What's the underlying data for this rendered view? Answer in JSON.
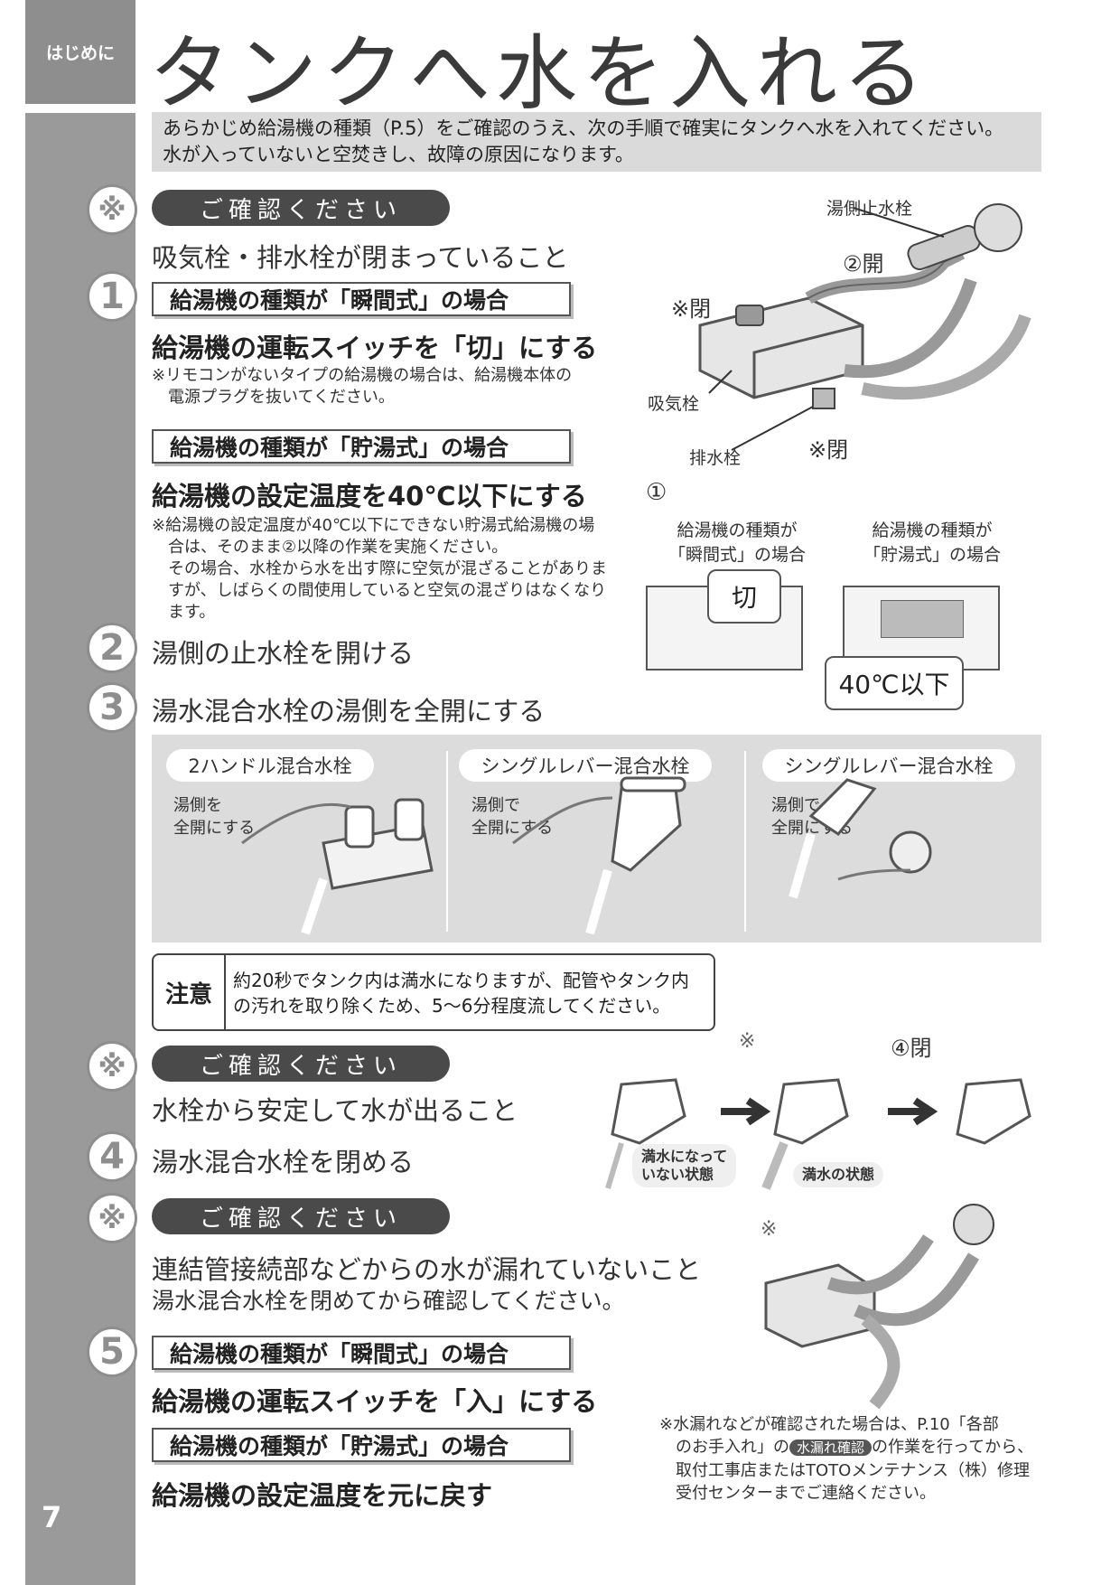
{
  "header": {
    "section_tag": "はじめに",
    "title": "タンクへ水を入れる",
    "page_number": "7"
  },
  "intro": {
    "line1": "あらかじめ給湯機の種類（P.5）をご確認のうえ、次の手順で確実にタンクへ水を入れてください。",
    "line2": "水が入っていないと空焚きし、故障の原因になります。"
  },
  "markers": {
    "note": "※",
    "s1": "1",
    "s2": "2",
    "s3": "3",
    "s4": "4",
    "s5": "5"
  },
  "confirm": {
    "label": "ご確認ください",
    "c1": "吸気栓・排水栓が閉まっていること",
    "c2": "水栓から安定して水が出ること",
    "c3": "連結管接続部などからの水が漏れていないこと",
    "c3_sub": "湯水混合水栓を閉めてから確認してください。"
  },
  "step1": {
    "instant_label": "給湯機の種類が「瞬間式」の場合",
    "instant_action": "給湯機の運転スイッチを「切」にする",
    "instant_note1": "※リモコンがないタイプの給湯機の場合は、給湯機本体の",
    "instant_note2": "電源プラグを抜いてください。",
    "storage_label": "給湯機の種類が「貯湯式」の場合",
    "storage_action": "給湯機の設定温度を40℃以下にする",
    "storage_note1": "※給湯機の設定温度が40℃以下にできない貯湯式給湯機の場",
    "storage_note2": "合は、そのまま②以降の作業を実施ください。",
    "storage_note3": "その場合、水栓から水を出す際に空気が混ざることがありま",
    "storage_note4": "すが、しばらくの間使用していると空気の混ざりはなくなり",
    "storage_note5": "ます。"
  },
  "step2": {
    "text": "湯側の止水栓を開ける"
  },
  "step3": {
    "text": "湯水混合水栓の湯側を全開にする"
  },
  "step4": {
    "text": "湯水混合水栓を閉める"
  },
  "step5": {
    "instant_label": "給湯機の種類が「瞬間式」の場合",
    "instant_action": "給湯機の運転スイッチを「入」にする",
    "storage_label": "給湯機の種類が「貯湯式」の場合",
    "storage_action": "給湯機の設定温度を元に戻す"
  },
  "valve_figure": {
    "stop_valve": "湯側止水栓",
    "open": "②開",
    "close1": "※閉",
    "intake": "吸気栓",
    "drain": "排水栓",
    "close2": "※閉"
  },
  "remote_figure": {
    "num": "①",
    "left_l1": "給湯機の種類が",
    "left_l2": "「瞬間式」の場合",
    "right_l1": "給湯機の種類が",
    "right_l2": "「貯湯式」の場合",
    "off": "切",
    "temp": "40℃以下"
  },
  "faucets": [
    {
      "name": "2ハンドル混合水栓",
      "l1": "湯側を",
      "l2": "全開にする"
    },
    {
      "name": "シングルレバー混合水栓",
      "l1": "湯側で",
      "l2": "全開にする"
    },
    {
      "name": "シングルレバー混合水栓",
      "l1": "湯側で",
      "l2": "全開にする"
    }
  ],
  "caution": {
    "label": "注意",
    "line1": "約20秒でタンク内は満水になりますが、配管やタンク内",
    "line2": "の汚れを取り除くため、5〜6分程度流してください。"
  },
  "flow_figure": {
    "mark": "※",
    "close": "④閉",
    "not_full_l1": "満水になって",
    "not_full_l2": "いない状態",
    "full": "満水の状態"
  },
  "leak": {
    "mark": "※",
    "note1": "※水漏れなどが確認された場合は、P.10「各部",
    "note2a": "のお手入れ」の",
    "badge": "水漏れ確認",
    "note2b": "の作業を行ってから、",
    "note3": "取付工事店またはTOTOメンテナンス（株）修理",
    "note4": "受付センターまでご連絡ください。"
  }
}
